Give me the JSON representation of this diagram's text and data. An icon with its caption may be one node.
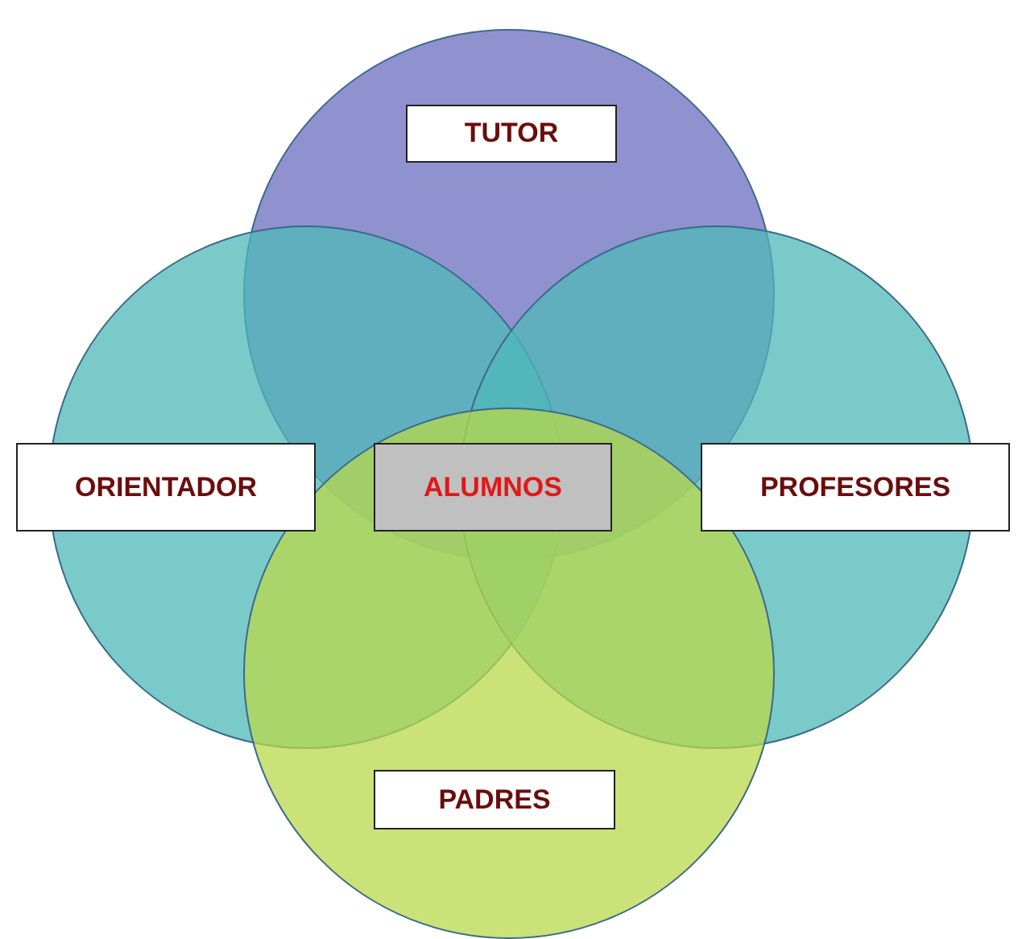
{
  "diagram": {
    "nodes": [
      {
        "text": [],
        "shape": "circle"
      },
      {
        "text": [],
        "shape": "circle"
      },
      {
        "text": [],
        "shape": "circle"
      },
      {
        "text": [],
        "shape": "circle"
      },
      {
        "text": [
          "TUTOR"
        ],
        "in": 0
      },
      {
        "text": [
          "ORIENTADOR"
        ]
      },
      {
        "text": [
          "ALUMNOS"
        ]
      },
      {
        "text": [
          "PROFESORES"
        ]
      },
      {
        "text": [
          "PADRES"
        ],
        "in": 3
      }
    ]
  }
}
